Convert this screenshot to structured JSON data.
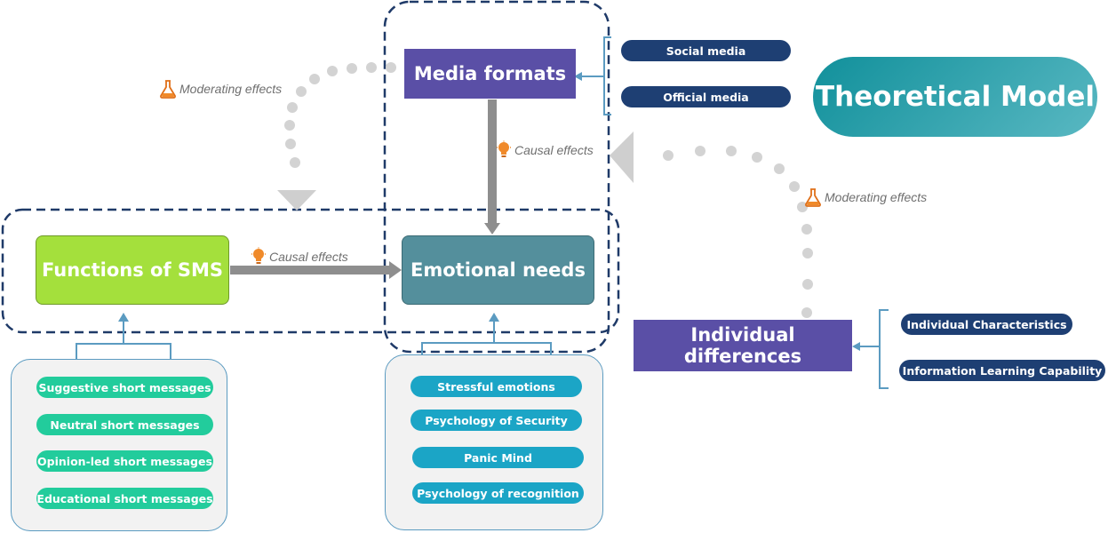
{
  "title": "Theoretical Model",
  "nodes": {
    "media_formats": "Media formats",
    "functions_of_sms": "Functions of SMS",
    "emotional_needs": "Emotional needs",
    "individual_differences": "Individual differences"
  },
  "edges": {
    "media_to_emotional": "Causal effects",
    "sms_to_emotional": "Causal effects",
    "media_moderating": "Moderating effects",
    "individual_moderating": "Moderating effects"
  },
  "media_formats_items": [
    "Social media",
    "Official media"
  ],
  "individual_differences_items": [
    "Individual Characteristics",
    "Information Learning Capability"
  ],
  "sms_function_items": [
    "Suggestive short messages",
    "Neutral short messages",
    "Opinion-led short messages",
    "Educational short messages"
  ],
  "emotional_needs_items": [
    "Stressful emotions",
    "Psychology of Security",
    "Panic Mind",
    "Psychology of recognition"
  ],
  "icons": {
    "causal": "lightbulb-icon",
    "moderating": "flask-icon"
  },
  "colors": {
    "media_formats": "#5a4fa6",
    "individual_differences": "#5a4fa6",
    "functions_of_sms": "#a4e03c",
    "emotional_needs": "#548f9c",
    "title_pill": "#1a9aa6",
    "navy_pill": "#1e3f73",
    "green_pill": "#22cc9c",
    "blue_pill": "#1ba5c6",
    "arrow_gray": "#8e8e8e",
    "dots_gray": "#d2d2d2",
    "dashed_frame": "#1f3a68",
    "bracket": "#5b9bc1"
  }
}
